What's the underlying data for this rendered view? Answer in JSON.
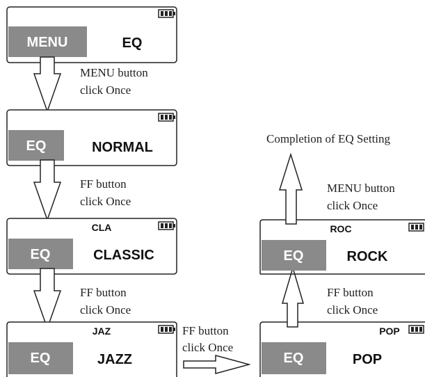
{
  "screens": {
    "menu": {
      "side": "MENU",
      "main": "EQ",
      "top": ""
    },
    "normal": {
      "side": "EQ",
      "main": "NORMAL",
      "top": ""
    },
    "classic": {
      "side": "EQ",
      "main": "CLASSIC",
      "top": "CLA"
    },
    "jazz": {
      "side": "EQ",
      "main": "JAZZ",
      "top": "JAZ"
    },
    "pop": {
      "side": "EQ",
      "main": "POP",
      "top": "POP"
    },
    "rock": {
      "side": "EQ",
      "main": "ROCK",
      "top": "ROC"
    }
  },
  "steps": {
    "menu_click": [
      "MENU button",
      "click Once"
    ],
    "ff_click_1": [
      "FF button",
      "click Once"
    ],
    "ff_click_2": [
      "FF button",
      "click Once"
    ],
    "ff_click_3": [
      "FF button",
      "click Once"
    ],
    "ff_click_4": [
      "FF button",
      "click Once"
    ],
    "menu_click_2": [
      "MENU button",
      "click Once"
    ]
  },
  "completion": "Completion of EQ Setting",
  "colors": {
    "side_fill": "#8a8a8a",
    "frame": "#222222",
    "arrow_fill": "#ffffff"
  }
}
